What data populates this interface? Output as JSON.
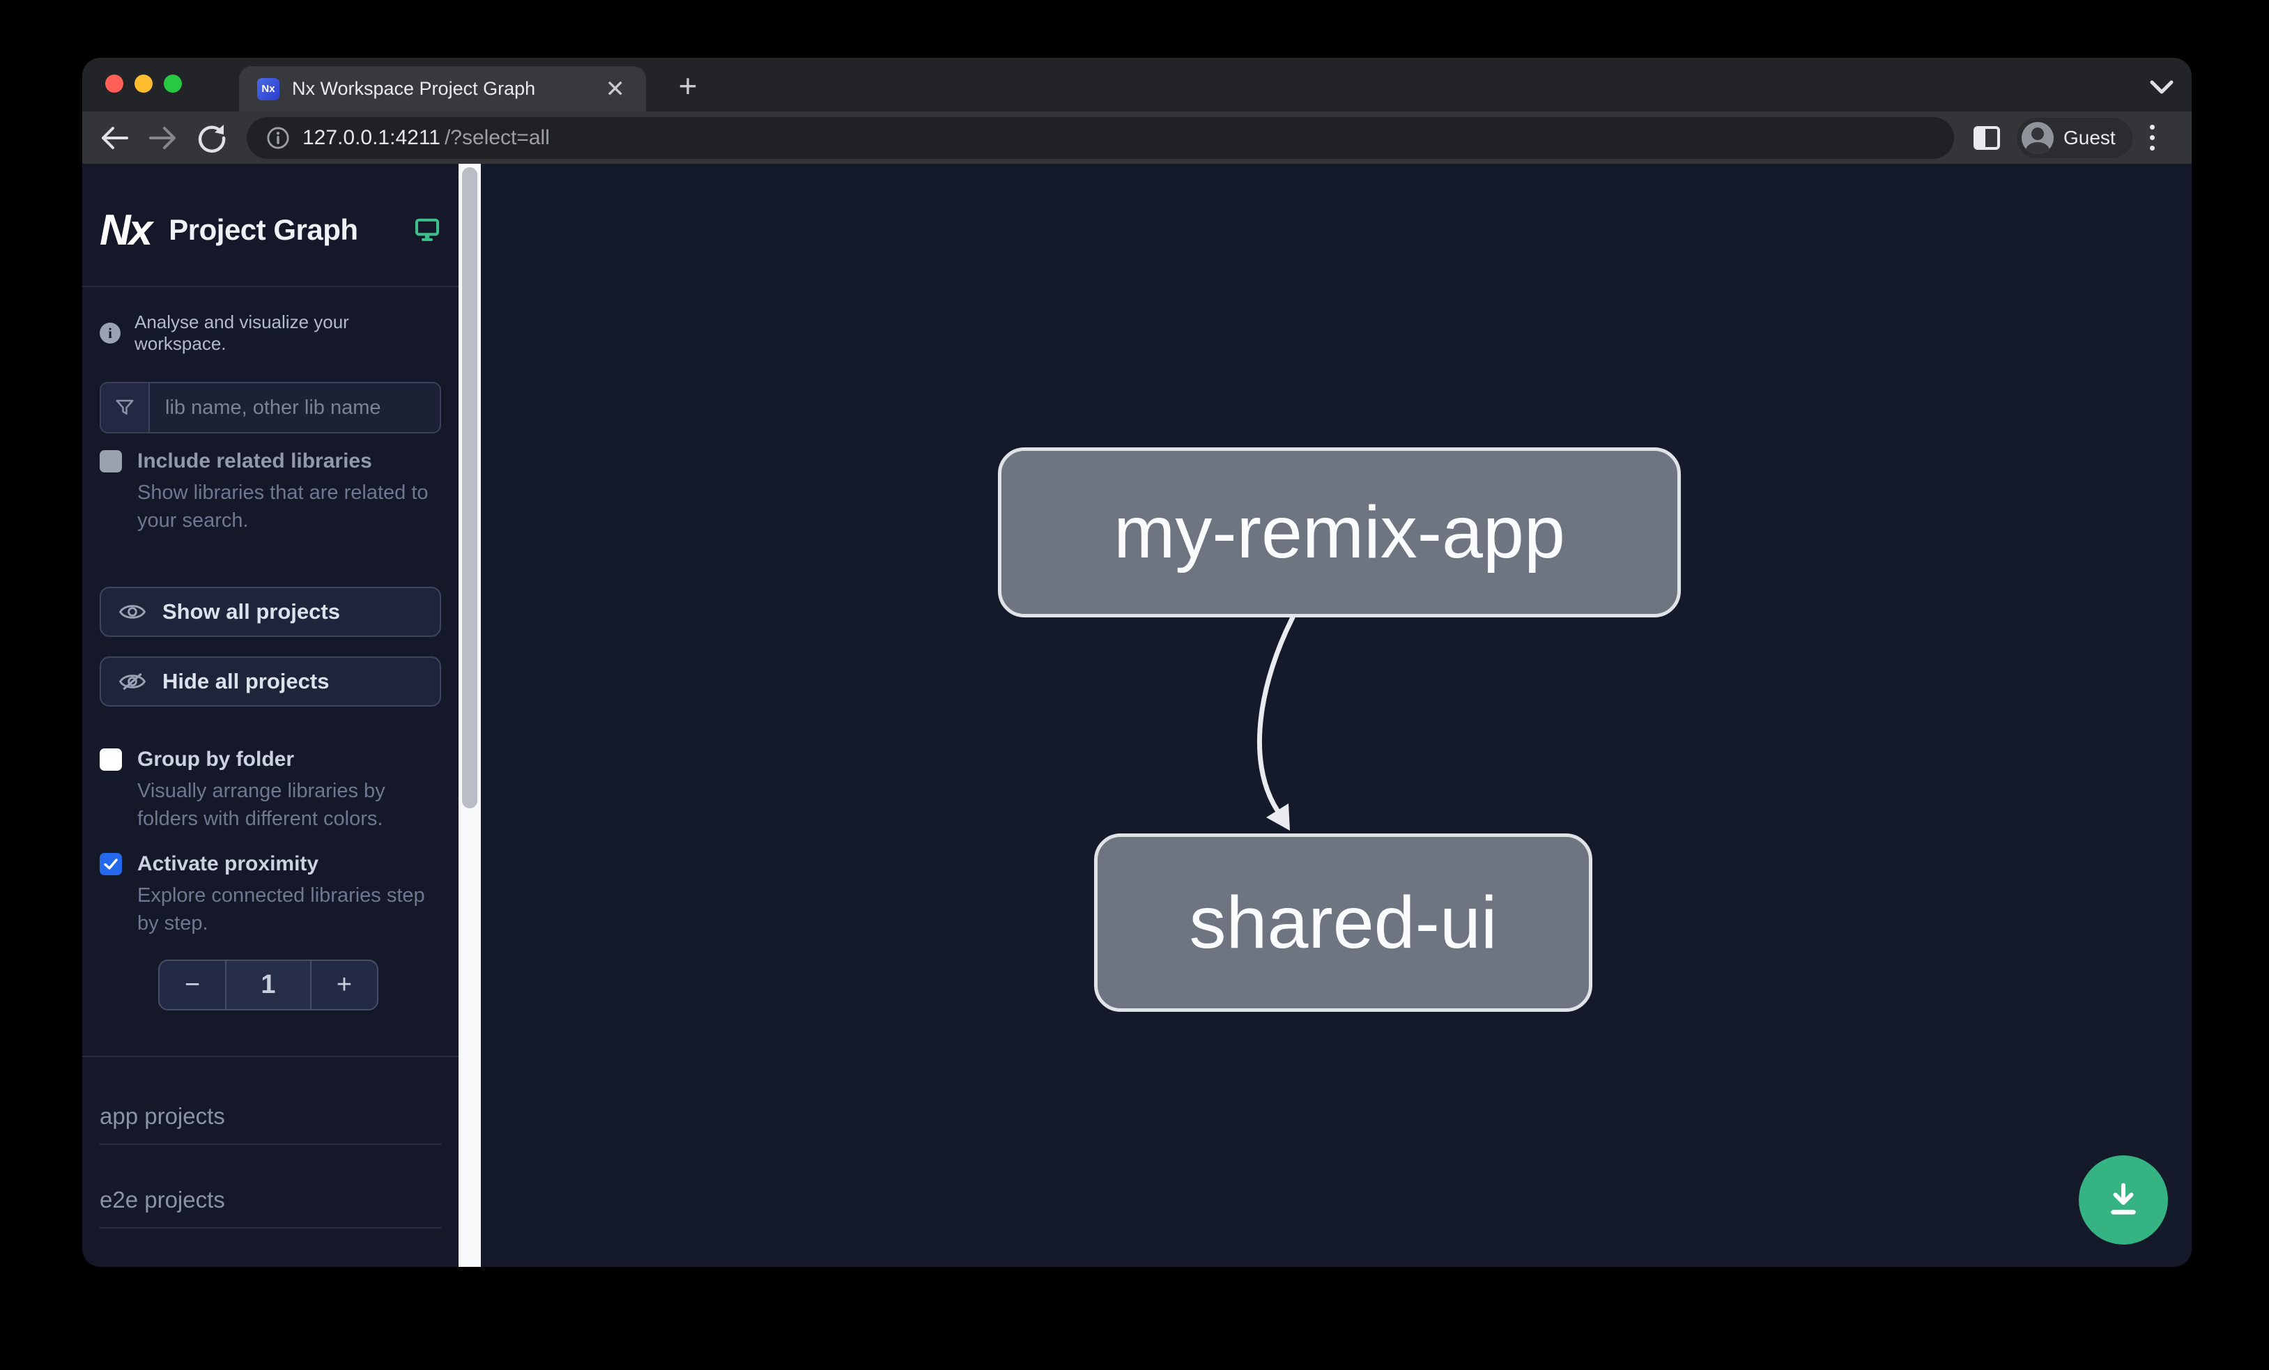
{
  "browser": {
    "tab_title": "Nx Workspace Project Graph",
    "favicon_text": "Nx",
    "url": {
      "origin": "127.0.0.1:4211",
      "path": "/?select=all"
    },
    "profile_label": "Guest"
  },
  "sidebar": {
    "logo_text": "Nx",
    "app_title": "Project Graph",
    "tagline": "Analyse and visualize your workspace.",
    "search": {
      "placeholder": "lib name, other lib name"
    },
    "include_related": {
      "label": "Include related libraries",
      "description": "Show libraries that are related to your search.",
      "checked": false
    },
    "show_all_button": "Show all projects",
    "hide_all_button": "Hide all projects",
    "group_by_folder": {
      "label": "Group by folder",
      "description": "Visually arrange libraries by folders with different colors.",
      "checked": false
    },
    "activate_proximity": {
      "label": "Activate proximity",
      "description": "Explore connected libraries step by step.",
      "checked": true
    },
    "proximity_stepper": {
      "decrement": "−",
      "value": "1",
      "increment": "+"
    },
    "sections": [
      {
        "label": "app projects"
      },
      {
        "label": "e2e projects"
      }
    ]
  },
  "graph": {
    "nodes": [
      {
        "label": "my-remix-app"
      },
      {
        "label": "shared-ui"
      }
    ],
    "edges": [
      {
        "from": "my-remix-app",
        "to": "shared-ui"
      }
    ]
  },
  "colors": {
    "accent_green": "#35b383",
    "monitor_icon_green": "#3fbf8c",
    "checkbox_blue": "#2468ec",
    "node_fill": "#6e7480",
    "node_border": "#e0e3e8",
    "canvas_bg": "#151a2b"
  }
}
